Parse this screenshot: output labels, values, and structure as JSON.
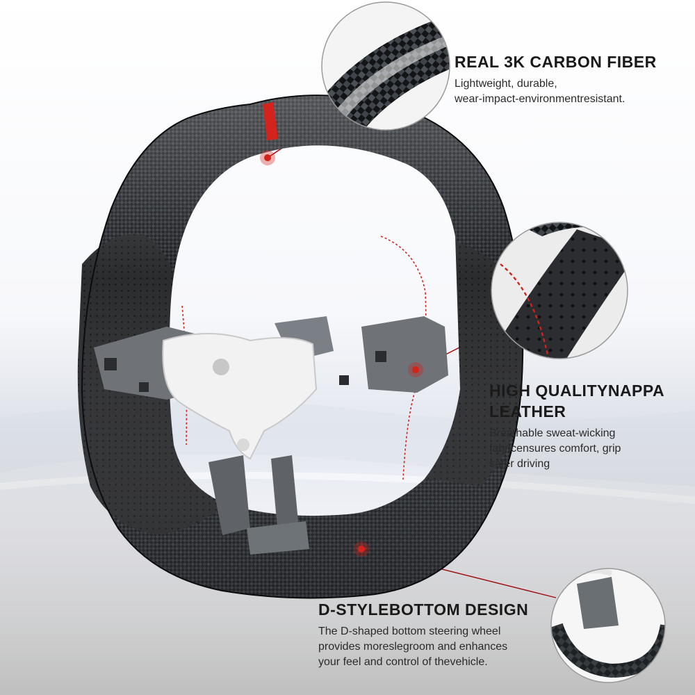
{
  "features": [
    {
      "title": "REAL 3K CARBON FIBER",
      "body_lines": [
        "Lightweight, durable,",
        "wear-impact-environmentresistant."
      ],
      "detail_icon": "carbon-fiber-closeup"
    },
    {
      "title_lines": [
        "HIGH QUALITYNAPPA",
        "LEATHER"
      ],
      "body_lines": [
        "Breathable sweat-wicking",
        "fabricensures comfort, grip",
        "safer driving"
      ],
      "detail_icon": "perforated-leather-closeup"
    },
    {
      "title": "D-STYLEBOTTOM DESIGN",
      "body_lines": [
        "The D-shaped bottom steering wheel",
        "provides moreslegroom and enhances",
        "your feel and control of thevehicle."
      ],
      "detail_icon": "d-shaped-bottom-closeup"
    }
  ],
  "colors": {
    "accent_red": "#d2231c",
    "carbon": "#1e2124",
    "leather": "#2b2c2e",
    "bracket": "#6f7378",
    "plate": "#f2f2f2"
  }
}
